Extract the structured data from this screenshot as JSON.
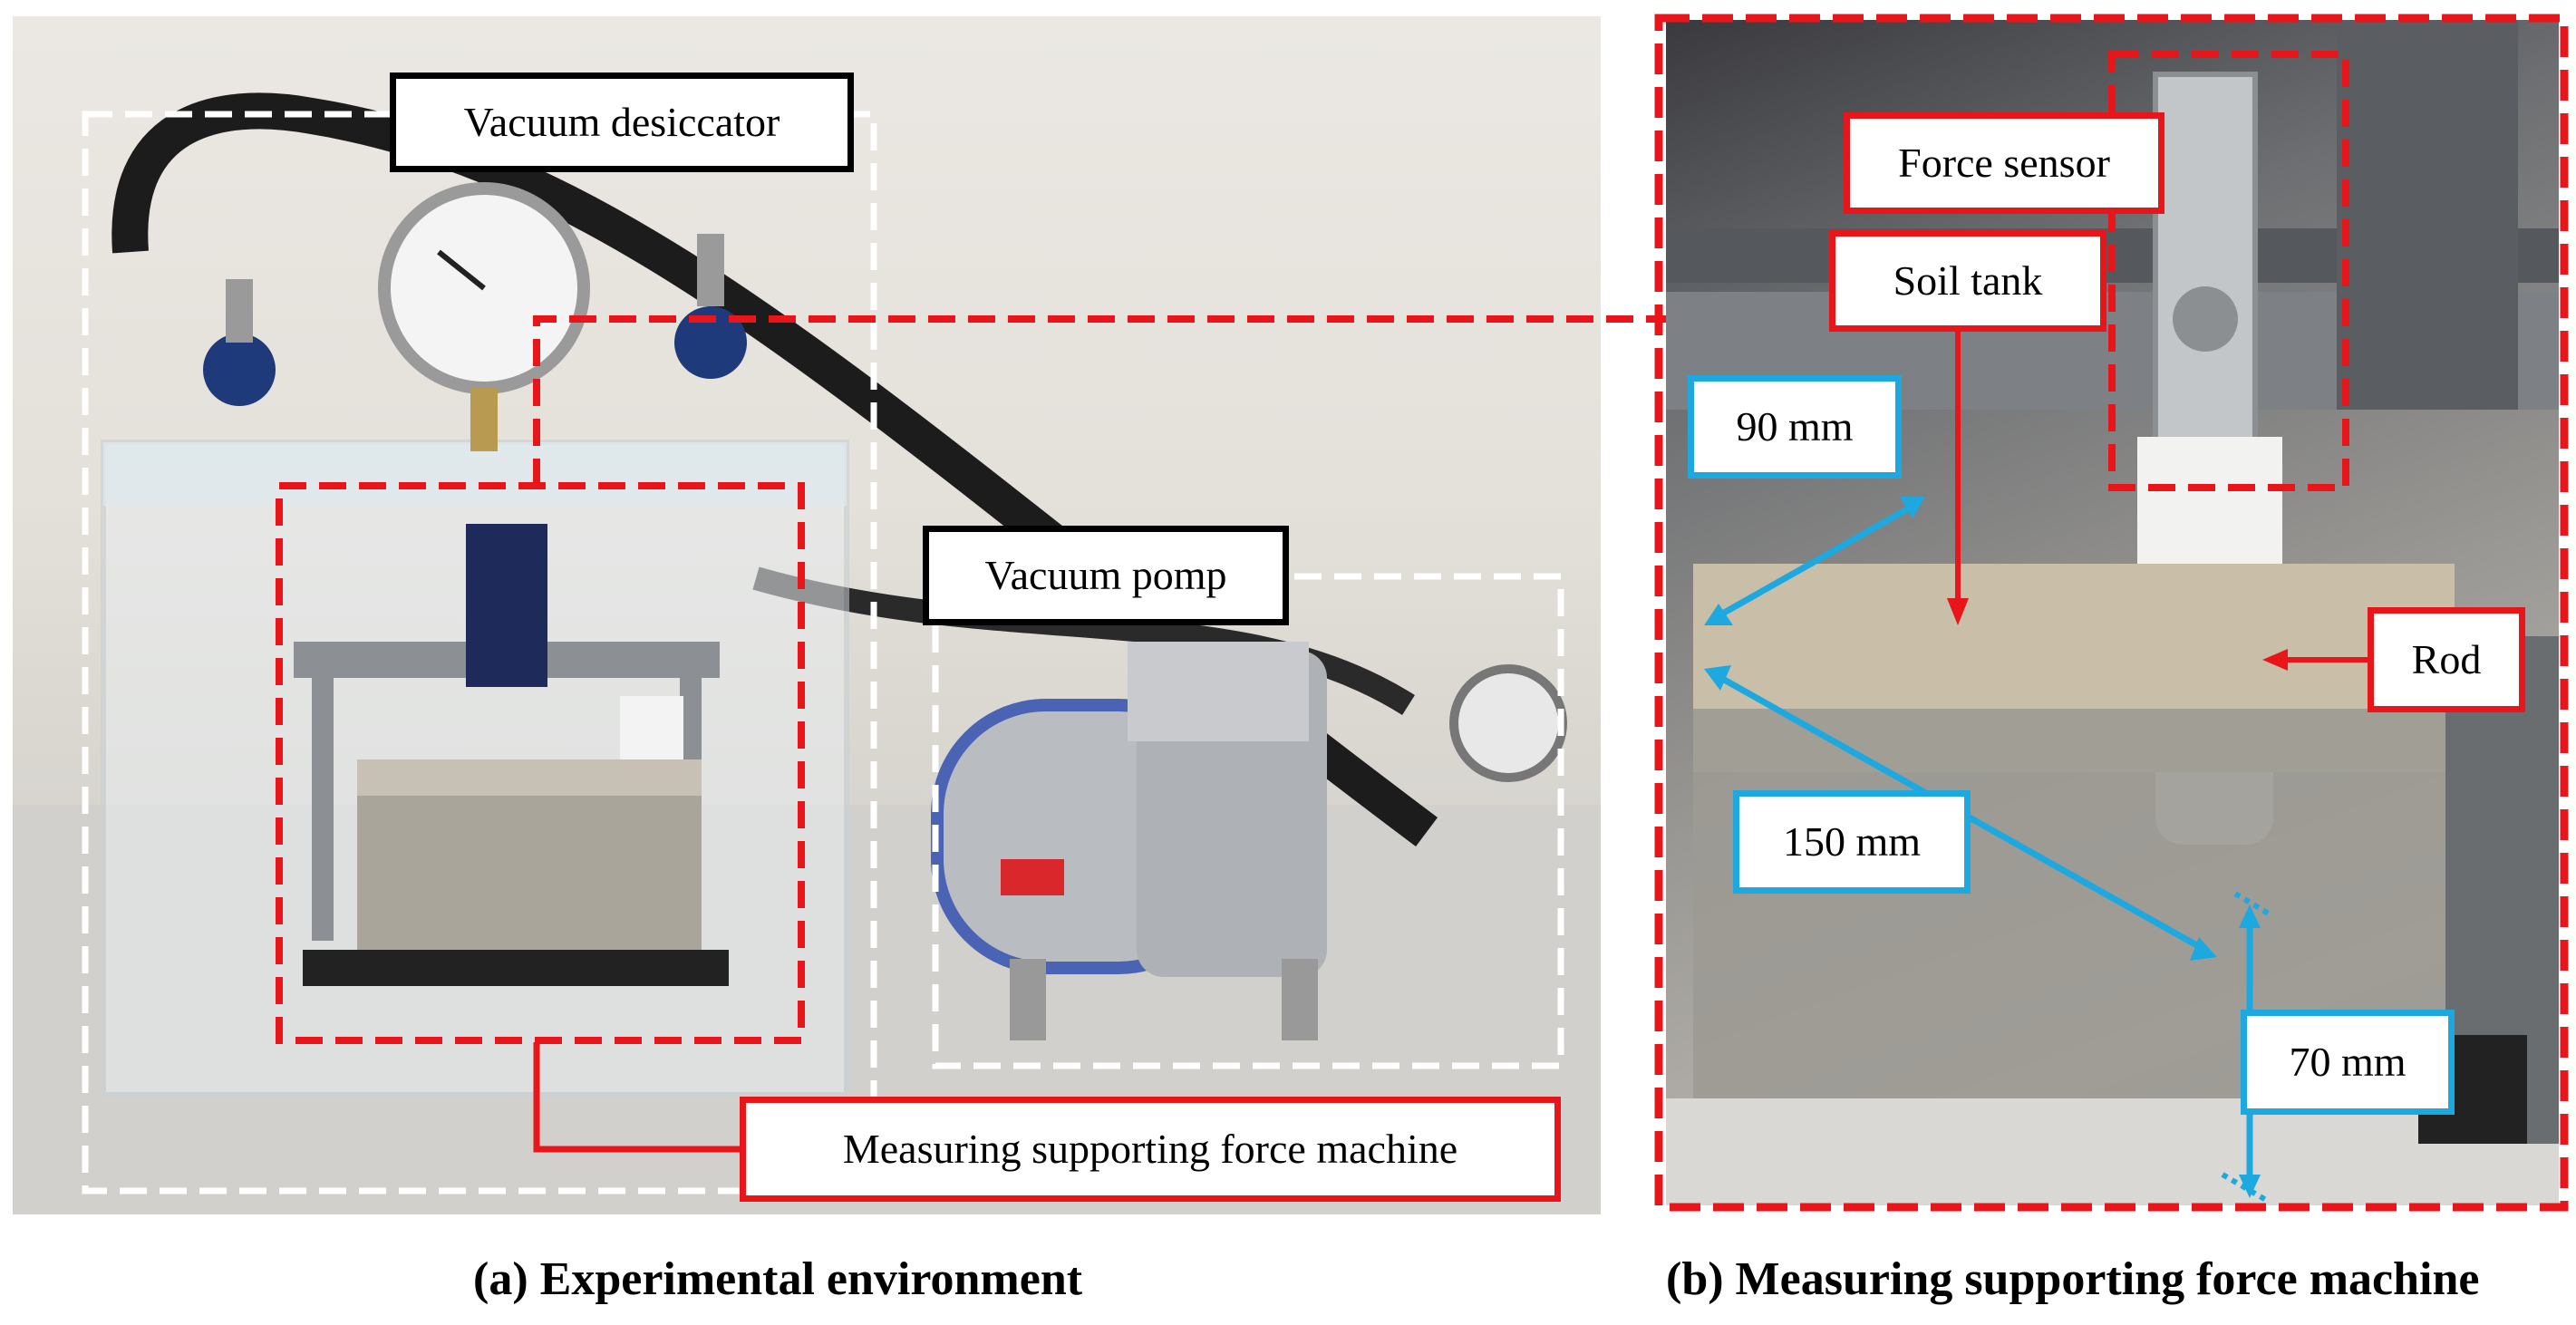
{
  "labels": {
    "vacuum_desiccator": "Vacuum desiccator",
    "vacuum_pump": "Vacuum pomp",
    "measuring_machine": "Measuring supporting force machine",
    "force_sensor": "Force sensor",
    "soil_tank": "Soil tank",
    "rod": "Rod",
    "width_90": "90 mm",
    "length_150": "150 mm",
    "height_70": "70 mm"
  },
  "captions": {
    "a": "(a) Experimental environment",
    "b": "(b) Measuring supporting force machine"
  },
  "colors": {
    "highlight_red": "#e8161b",
    "dimension_blue": "#1ea8e0",
    "outline_white": "#ffffff",
    "label_black": "#000000"
  }
}
